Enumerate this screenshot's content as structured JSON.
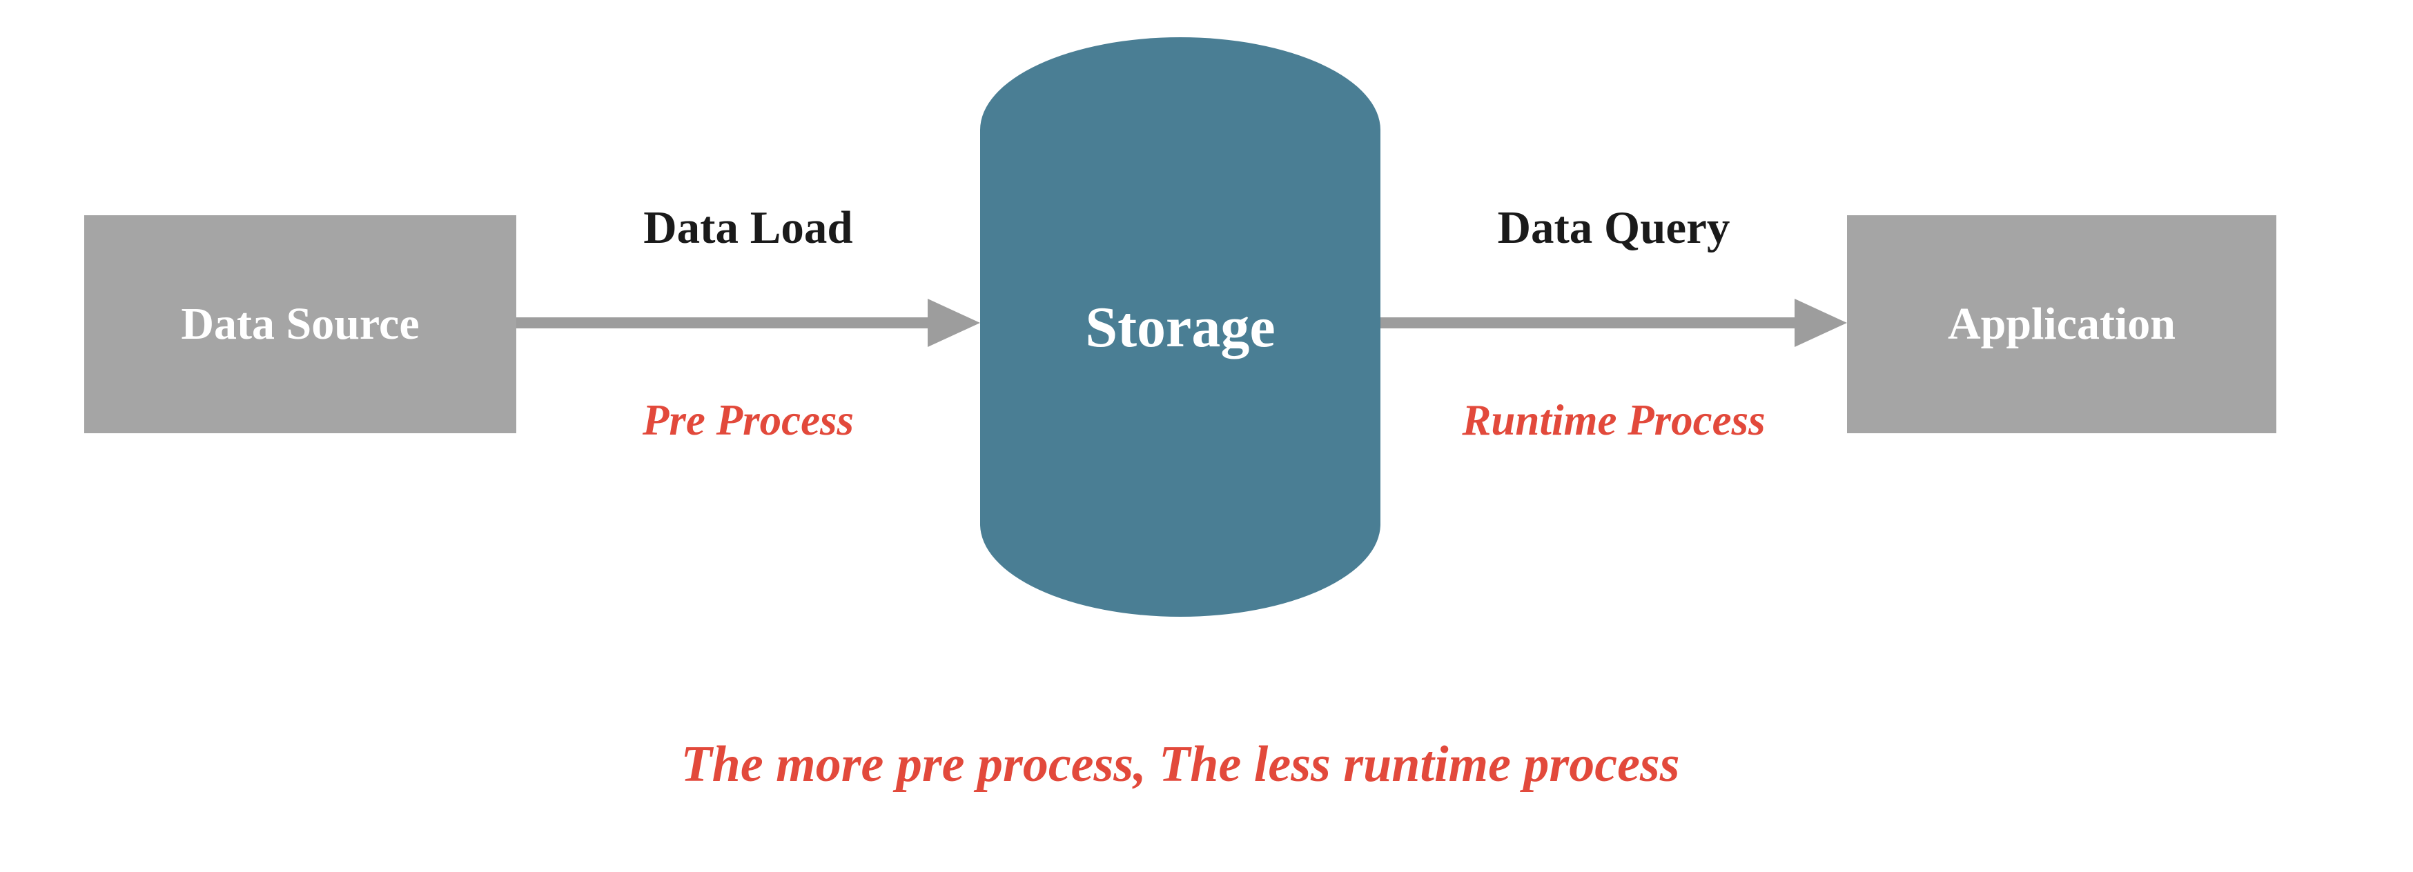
{
  "nodes": {
    "data_source": {
      "label": "Data Source"
    },
    "storage": {
      "label": "Storage"
    },
    "application": {
      "label": "Application"
    }
  },
  "edges": {
    "load": {
      "label": "Data Load",
      "sublabel": "Pre Process"
    },
    "query": {
      "label": "Data Query",
      "sublabel": "Runtime Process"
    }
  },
  "caption": "The more pre process, The less runtime process",
  "colors": {
    "box_gray": "#a5a5a5",
    "cylinder_teal": "#4a7e94",
    "accent_red": "#e2493b",
    "arrow_gray": "#9d9d9d",
    "text_dark": "#1a1a1a",
    "bg": "#ffffff"
  }
}
